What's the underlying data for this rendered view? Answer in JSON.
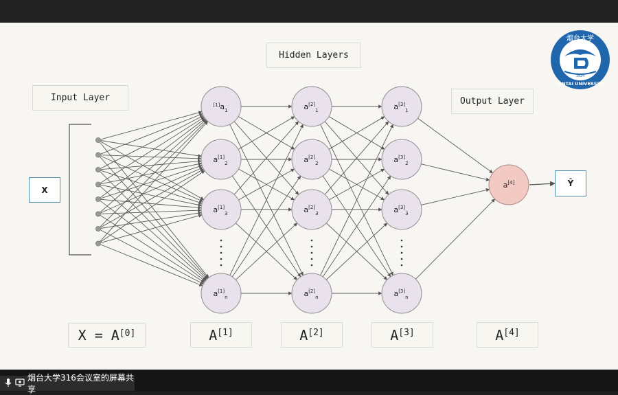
{
  "labels": {
    "hidden": "Hidden Layers",
    "input": "Input Layer",
    "output": "Output Layer",
    "x": "X",
    "yhat": "Ŷ"
  },
  "formulas": [
    {
      "name": "formula-a0",
      "main": "X = A",
      "sup": "[0]"
    },
    {
      "name": "formula-a1",
      "main": "A",
      "sup": "[1]"
    },
    {
      "name": "formula-a2",
      "main": "A",
      "sup": "[2]"
    },
    {
      "name": "formula-a3",
      "main": "A",
      "sup": "[3]"
    },
    {
      "name": "formula-a4",
      "main": "A",
      "sup": "[4]"
    }
  ],
  "layers": [
    {
      "name": "hidden-layer-1",
      "nodes": [
        {
          "pre": "[1]",
          "base": "a",
          "sup": "",
          "sub": "1"
        },
        {
          "pre": "",
          "base": "a",
          "sup": "[1]",
          "sub": "2"
        },
        {
          "pre": "",
          "base": "a",
          "sup": "[1]",
          "sub": "3"
        },
        {
          "pre": "",
          "base": "a",
          "sup": "[1]",
          "sub": "n"
        }
      ]
    },
    {
      "name": "hidden-layer-2",
      "nodes": [
        {
          "pre": "",
          "base": "a",
          "sup": "[2]",
          "sub": "1"
        },
        {
          "pre": "",
          "base": "a",
          "sup": "[2]",
          "sub": "2"
        },
        {
          "pre": "",
          "base": "a",
          "sup": "[2]",
          "sub": "3"
        },
        {
          "pre": "",
          "base": "a",
          "sup": "[2]",
          "sub": "n"
        }
      ]
    },
    {
      "name": "hidden-layer-3",
      "nodes": [
        {
          "pre": "",
          "base": "a",
          "sup": "[3]",
          "sub": "1"
        },
        {
          "pre": "",
          "base": "a",
          "sup": "[3]",
          "sub": "2"
        },
        {
          "pre": "",
          "base": "a",
          "sup": "[3]",
          "sub": "3"
        },
        {
          "pre": "",
          "base": "a",
          "sup": "[3]",
          "sub": "n"
        }
      ]
    }
  ],
  "output_node": {
    "pre": "",
    "base": "a",
    "sup": "[4]",
    "sub": ""
  },
  "input_node_count": 8,
  "colors": {
    "hidden_node_fill": "#e9e1ec",
    "output_node_fill": "#f3c9c4",
    "edge": "#5a5a5a",
    "io_border": "#4d8fa9",
    "logo_blue": "#1f66ad"
  },
  "logo": {
    "top_text": "烟台大学",
    "year": "1924",
    "bottom_text": "YANTAI UNIVERSITY"
  },
  "share_bar": {
    "text": "烟台大学316会议室的屏幕共享"
  }
}
